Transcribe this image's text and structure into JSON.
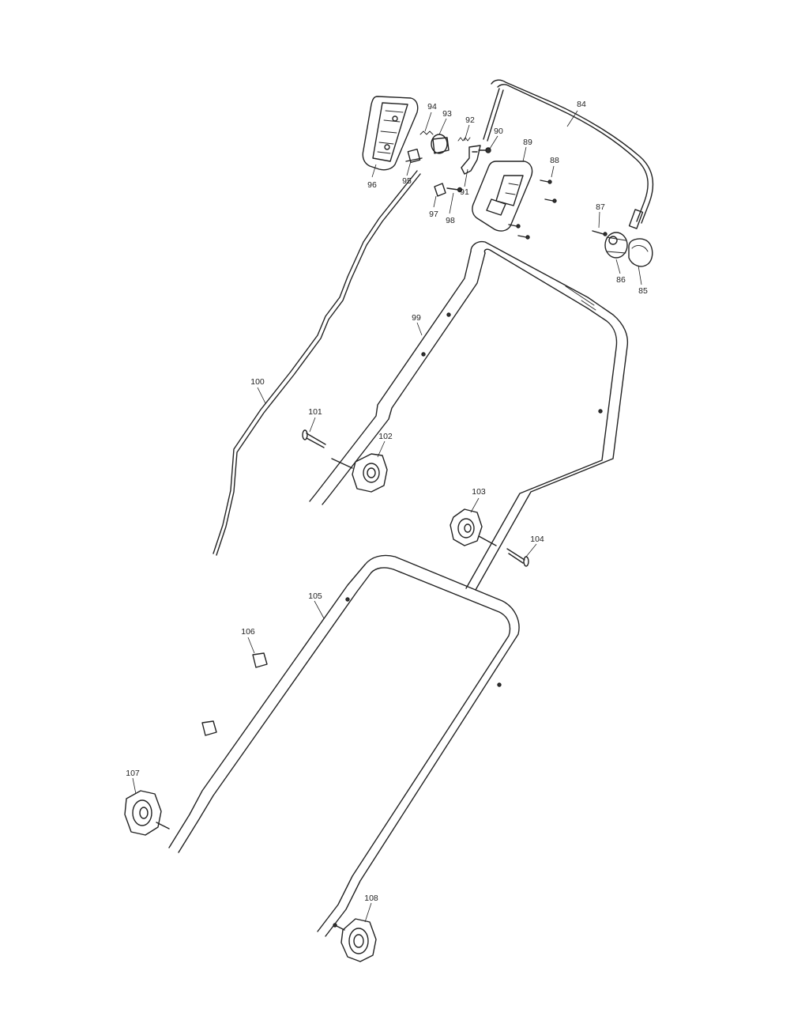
{
  "diagram": {
    "type": "exploded-parts-diagram",
    "callouts": [
      {
        "id": "c84",
        "number": "84"
      },
      {
        "id": "c85",
        "number": "85"
      },
      {
        "id": "c86",
        "number": "86"
      },
      {
        "id": "c87",
        "number": "87"
      },
      {
        "id": "c88",
        "number": "88"
      },
      {
        "id": "c89",
        "number": "89"
      },
      {
        "id": "c90",
        "number": "90"
      },
      {
        "id": "c91",
        "number": "91"
      },
      {
        "id": "c92",
        "number": "92"
      },
      {
        "id": "c93",
        "number": "93"
      },
      {
        "id": "c94",
        "number": "94"
      },
      {
        "id": "c95",
        "number": "95"
      },
      {
        "id": "c96",
        "number": "96"
      },
      {
        "id": "c97",
        "number": "97"
      },
      {
        "id": "c98",
        "number": "98"
      },
      {
        "id": "c99",
        "number": "99"
      },
      {
        "id": "c100",
        "number": "100"
      },
      {
        "id": "c101",
        "number": "101"
      },
      {
        "id": "c102",
        "number": "102"
      },
      {
        "id": "c103",
        "number": "103"
      },
      {
        "id": "c104",
        "number": "104"
      },
      {
        "id": "c105",
        "number": "105"
      },
      {
        "id": "c106",
        "number": "106"
      },
      {
        "id": "c107",
        "number": "107"
      },
      {
        "id": "c108",
        "number": "108"
      }
    ]
  }
}
